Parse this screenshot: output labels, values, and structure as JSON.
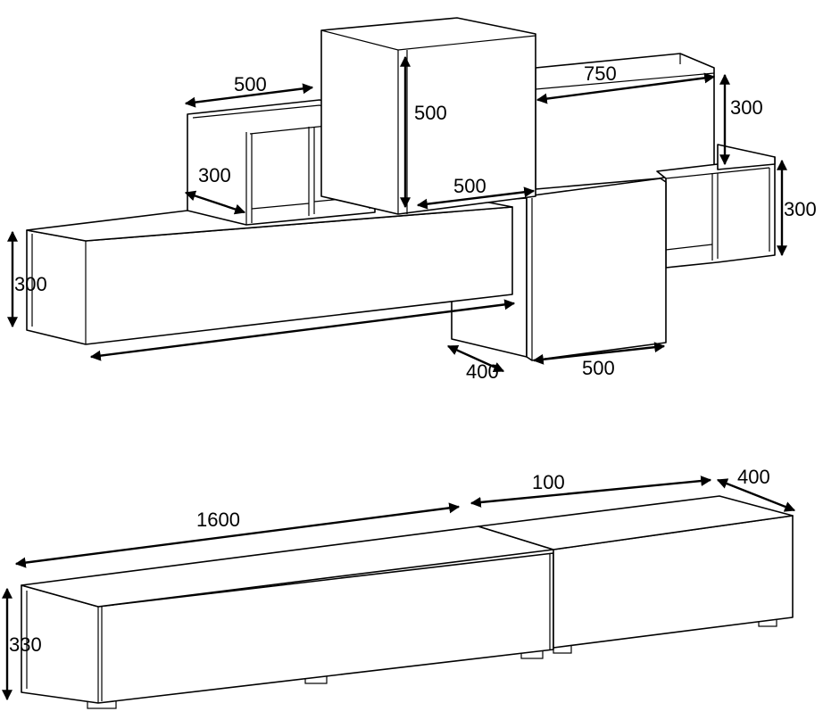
{
  "dimensions": {
    "upper_unit": {
      "small_shelf_width": "500",
      "small_shelf_depth": "300",
      "tall_cabinet_height": "500",
      "tall_cabinet_width": "500",
      "top_right_box_width": "750",
      "top_right_box_height": "300",
      "right_shelf_height": "300",
      "long_cabinet_height": "300",
      "lower_box_depth": "400",
      "lower_box_width": "500"
    },
    "tv_stand": {
      "length": "1600",
      "right_section_width": "100",
      "depth": "400",
      "height": "330"
    }
  }
}
